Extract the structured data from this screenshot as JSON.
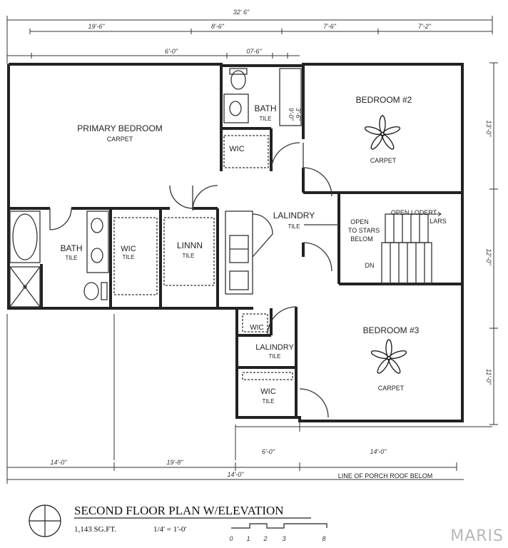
{
  "dimensions": {
    "overall_width": "32' 6\"",
    "top_row": [
      "19'-6\"",
      "8'-6\"",
      "7'-6\"",
      "7'-2\""
    ],
    "second_row": [
      "6'-0\"",
      "07-6\""
    ],
    "right_side": [
      "13'-0\"",
      "12'-0\"",
      "11'-0\""
    ],
    "bottom_row_a": [
      "14'-0\"",
      "19'-8\"",
      "6'-0\"",
      "14'-0\""
    ],
    "bottom_total": "14'-0\"",
    "bath_vertical": [
      "9'-0\"",
      "3'-6\""
    ]
  },
  "rooms": {
    "primary_bedroom": {
      "name": "PRIMARY BEDROOM",
      "finish": "CARPET"
    },
    "bath_upper": {
      "name": "BATH",
      "finish": "TILE"
    },
    "wic_upper": {
      "name": "WIC"
    },
    "bedroom2": {
      "name": "BEDROOM #2",
      "finish": "CARPET"
    },
    "laundry_center": {
      "name": "LALINDRY",
      "finish": "TILE"
    },
    "bath_primary": {
      "name": "BATH",
      "finish": "TILE"
    },
    "wic_primary": {
      "name": "WIC",
      "finish": "TILE"
    },
    "linen": {
      "name": "LINNN",
      "finish": "TILE"
    },
    "stairs": {
      "open_left": [
        "OPEN",
        "TO STARS",
        "BELOM"
      ],
      "open_loft": [
        "OPEN LODERT",
        "LARS"
      ],
      "dn": "DN"
    },
    "open_below": [
      "OPEN",
      "TO STARS",
      "BELOM"
    ],
    "wic_lower": {
      "name": "WIC"
    },
    "laundry_lower": {
      "name": "LALINDRY",
      "finish": "TILE"
    },
    "wic_bottom": {
      "name": "WIC",
      "finish": "TILE"
    },
    "bedroom3": {
      "name": "BEDROOM #3",
      "finish": "CARPET"
    }
  },
  "porch_note": "LINE OF PORCH ROOF BELOM",
  "title_block": {
    "title": "SECOND FLOOR PLAN W/ELEVATION",
    "area": "1,143 SG.FT.",
    "scale": "1/4' = 1'-0'",
    "scale_ticks": [
      "0",
      "1",
      "2",
      "3",
      "8"
    ]
  },
  "watermark": "MARIS"
}
